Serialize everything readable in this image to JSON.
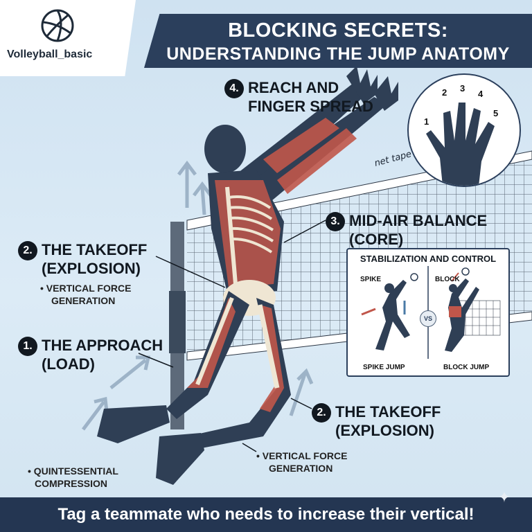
{
  "brand": {
    "name": "Volleyball_basic",
    "logo_icon": "volleyball-icon"
  },
  "title": {
    "line1": "BLOCKING SECRETS:",
    "line2": "UNDERSTANDING THE JUMP ANATOMY"
  },
  "labels": {
    "reach": {
      "num": "4.",
      "text_l1": "REACH AND",
      "text_l2": "FINGER SPREAD"
    },
    "balance": {
      "num": "3.",
      "text_l1": "MID-AIR BALANCE",
      "text_l2": "(CORE)"
    },
    "takeoff_left": {
      "num": "2.",
      "text_l1": "THE TAKEOFF",
      "text_l2": "(EXPLOSION)",
      "sub_l1": "• VERTICAL FORCE",
      "sub_l2": "GENERATION"
    },
    "approach": {
      "num": "1.",
      "text_l1": "THE APPROACH",
      "text_l2": "(LOAD)",
      "sub_l1": "• QUINTESSENTIAL",
      "sub_l2": "COMPRESSION"
    },
    "takeoff_right": {
      "num": "2.",
      "text_l1": "THE TAKEOFF",
      "text_l2": "(EXPLOSION)",
      "sub_l1": "• VERTICAL FORCE",
      "sub_l2": "GENERATION"
    }
  },
  "net_tape": "net tape",
  "finger_numbers": [
    "1",
    "2",
    "3",
    "4",
    "5"
  ],
  "inset": {
    "title": "STABILIZATION AND CONTROL",
    "left_tag": "SPIKE",
    "right_tag": "BLOCK",
    "vs": "VS",
    "left_caption": "SPIKE JUMP",
    "right_caption": "BLOCK JUMP"
  },
  "footer": "Tag a teammate who needs to increase their vertical!",
  "colors": {
    "navy": "#2b3f5c",
    "muscle": "#c0564a",
    "skin": "#2f3f55",
    "bone": "#efe6d3",
    "background": "#d7e7f3"
  }
}
